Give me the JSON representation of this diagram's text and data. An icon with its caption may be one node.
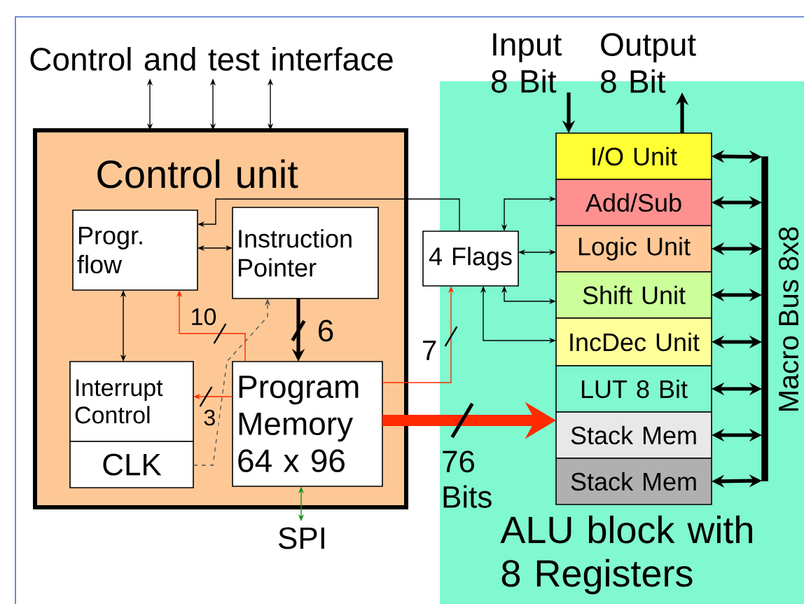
{
  "diagram": {
    "nodes": [
      {
        "text": [
          "Control and test interface"
        ]
      },
      {
        "text": [
          "Input 8 Bit"
        ]
      },
      {
        "text": [
          "Output 8 Bit"
        ]
      },
      {
        "text": [
          "Control unit"
        ]
      },
      {
        "text": [
          "Progr. flow"
        ],
        "in": 3
      },
      {
        "text": [
          "Instruction Pointer"
        ],
        "in": 3
      },
      {
        "text": [
          "Interrupt Control"
        ],
        "in": 3
      },
      {
        "text": [
          "CLK"
        ],
        "in": 3
      },
      {
        "text": [
          "Program Memory 64 x 96"
        ],
        "in": 3
      },
      {
        "text": [
          "ALU block with 8 Registers"
        ]
      },
      {
        "text": [
          "4 Flags"
        ]
      },
      {
        "text": [
          "I/O Unit"
        ],
        "in": 9
      },
      {
        "text": [
          "Add/Sub"
        ],
        "in": 9
      },
      {
        "text": [
          "Logic Unit"
        ],
        "in": 9
      },
      {
        "text": [
          "Shift Unit"
        ],
        "in": 9
      },
      {
        "text": [
          "IncDec Unit"
        ],
        "in": 9
      },
      {
        "text": [
          "LUT 8 Bit"
        ],
        "in": 9
      },
      {
        "text": [
          "Stack Mem"
        ],
        "in": 9
      },
      {
        "text": [
          "Stack Mem"
        ],
        "in": 9
      },
      {
        "text": [],
        "shape": "bar",
        "beside": [
          "Macro Bus 8x8"
        ],
        "in": 9
      },
      {
        "text": [
          "SPI"
        ]
      }
    ],
    "edges": [
      {
        "from": 0,
        "to": 3,
        "arrow": "both"
      },
      {
        "from": 0,
        "to": 3,
        "arrow": "both"
      },
      {
        "from": 0,
        "to": 3,
        "arrow": "both"
      },
      {
        "from": 4,
        "to": 5,
        "arrow": "both"
      },
      {
        "from": 4,
        "to": 6,
        "arrow": "both"
      },
      {
        "from": 5,
        "to": 8,
        "arrow": "to",
        "label": "6",
        "style": "thick"
      },
      {
        "from": 8,
        "to": 4,
        "arrow": "to",
        "label": "10",
        "color": "#ff2a00"
      },
      {
        "from": 8,
        "to": 6,
        "arrow": "to",
        "label": "3",
        "color": "#ff2a00"
      },
      {
        "from": 7,
        "to": 5,
        "arrow": "to",
        "style": "dashed",
        "color": "#555555"
      },
      {
        "from": 8,
        "to": 10,
        "arrow": "to",
        "label": "7",
        "color": "#ff2a00"
      },
      {
        "from": 8,
        "to": 17,
        "arrow": "to",
        "label": "76 Bits",
        "style": "thick",
        "color": "#ff2a00"
      },
      {
        "from": 10,
        "to": 4,
        "arrow": "to"
      },
      {
        "from": 10,
        "to": 12,
        "arrow": "both"
      },
      {
        "from": 10,
        "to": 13,
        "arrow": "both"
      },
      {
        "from": 10,
        "to": 14,
        "arrow": "both"
      },
      {
        "from": 10,
        "to": 15,
        "arrow": "both"
      },
      {
        "from": 11,
        "to": 19,
        "arrow": "both",
        "style": "thick"
      },
      {
        "from": 12,
        "to": 19,
        "arrow": "both",
        "style": "thick"
      },
      {
        "from": 13,
        "to": 19,
        "arrow": "both",
        "style": "thick"
      },
      {
        "from": 14,
        "to": 19,
        "arrow": "both",
        "style": "thick"
      },
      {
        "from": 15,
        "to": 19,
        "arrow": "both",
        "style": "thick"
      },
      {
        "from": 16,
        "to": 19,
        "arrow": "both",
        "style": "thick"
      },
      {
        "from": 17,
        "to": 19,
        "arrow": "both",
        "style": "thick"
      },
      {
        "from": 18,
        "to": 19,
        "arrow": "both",
        "style": "thick"
      },
      {
        "from": 1,
        "to": 11,
        "arrow": "to",
        "style": "thick"
      },
      {
        "from": 11,
        "to": 2,
        "arrow": "to",
        "style": "thick"
      },
      {
        "from": 8,
        "to": 20,
        "arrow": "both",
        "color": "#10901e"
      }
    ]
  }
}
